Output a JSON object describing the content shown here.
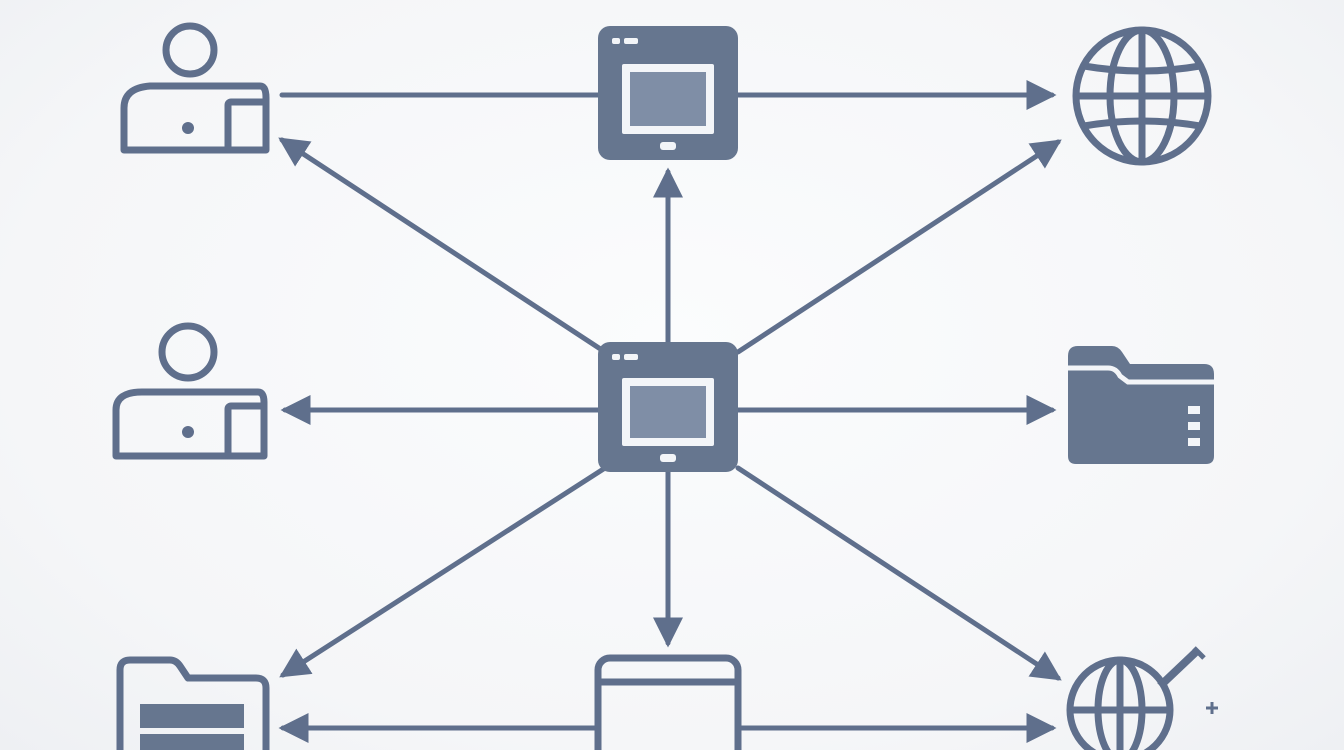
{
  "diagram": {
    "nodes": [
      {
        "id": "user-top",
        "icon": "user-laptop-icon"
      },
      {
        "id": "tablet-top",
        "icon": "tablet-icon"
      },
      {
        "id": "globe-top",
        "icon": "globe-icon"
      },
      {
        "id": "user-mid",
        "icon": "user-laptop-icon"
      },
      {
        "id": "hub",
        "icon": "tablet-icon"
      },
      {
        "id": "folder-mid",
        "icon": "folder-icon"
      },
      {
        "id": "folder-bottom",
        "icon": "folder-icon"
      },
      {
        "id": "tablet-bottom",
        "icon": "tablet-icon"
      },
      {
        "id": "globe-edit-bottom",
        "icon": "globe-edit-icon"
      }
    ],
    "edges": [
      {
        "from": "user-top",
        "to": "tablet-top",
        "arrow": false
      },
      {
        "from": "tablet-top",
        "to": "globe-top",
        "arrow": true
      },
      {
        "from": "hub",
        "to": "user-top",
        "arrow": true
      },
      {
        "from": "hub",
        "to": "tablet-top",
        "arrow": true
      },
      {
        "from": "hub",
        "to": "globe-top",
        "arrow": true
      },
      {
        "from": "hub",
        "to": "user-mid",
        "arrow": true
      },
      {
        "from": "hub",
        "to": "folder-mid",
        "arrow": true
      },
      {
        "from": "hub",
        "to": "folder-bottom",
        "arrow": true
      },
      {
        "from": "hub",
        "to": "tablet-bottom",
        "arrow": true
      },
      {
        "from": "hub",
        "to": "globe-edit-bottom",
        "arrow": true
      },
      {
        "from": "tablet-bottom",
        "to": "folder-bottom",
        "arrow": true
      },
      {
        "from": "tablet-bottom",
        "to": "globe-edit-bottom",
        "arrow": true
      }
    ],
    "colors": {
      "stroke": "#5f6f8c",
      "fill": "#66768f",
      "screen": "#7f8ea6",
      "background": "#f7f8fa"
    }
  }
}
